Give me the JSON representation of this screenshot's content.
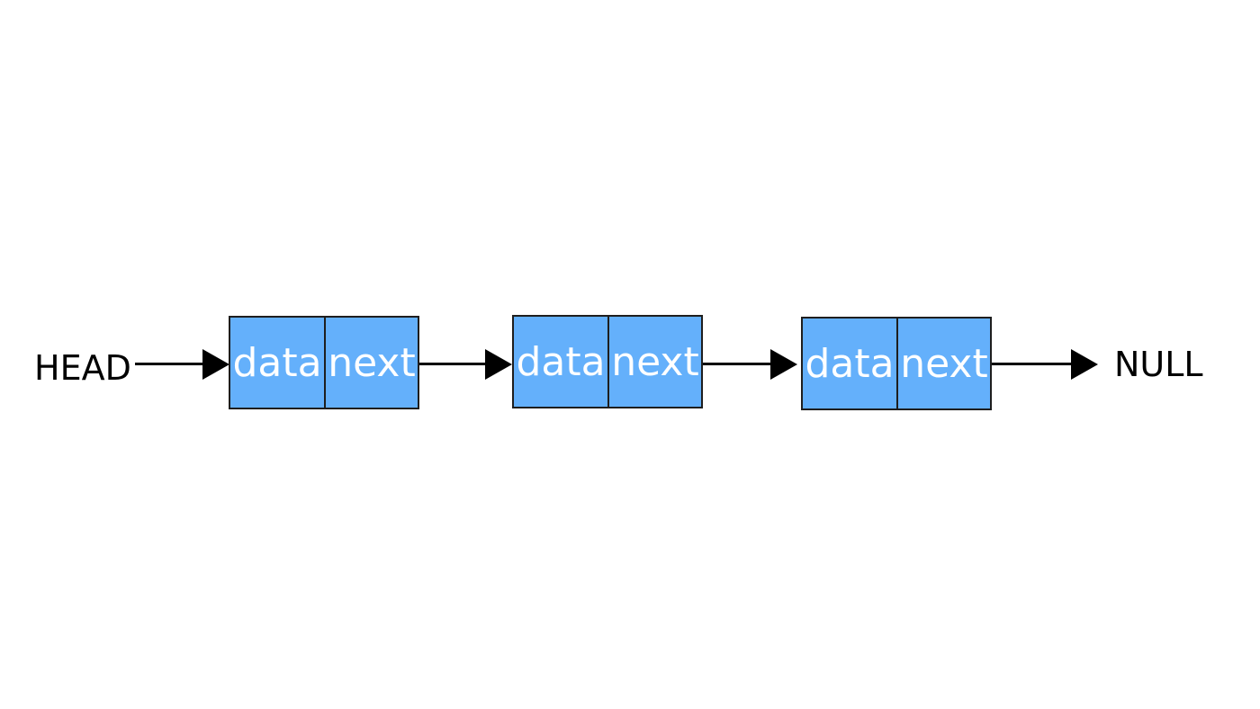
{
  "diagram": {
    "head_label": "HEAD",
    "null_label": "NULL",
    "node_color": "#64b0fb",
    "arrow_color": "#000000",
    "nodes": [
      {
        "data_label": "data",
        "next_label": "next"
      },
      {
        "data_label": "data",
        "next_label": "next"
      },
      {
        "data_label": "data",
        "next_label": "next"
      }
    ]
  }
}
